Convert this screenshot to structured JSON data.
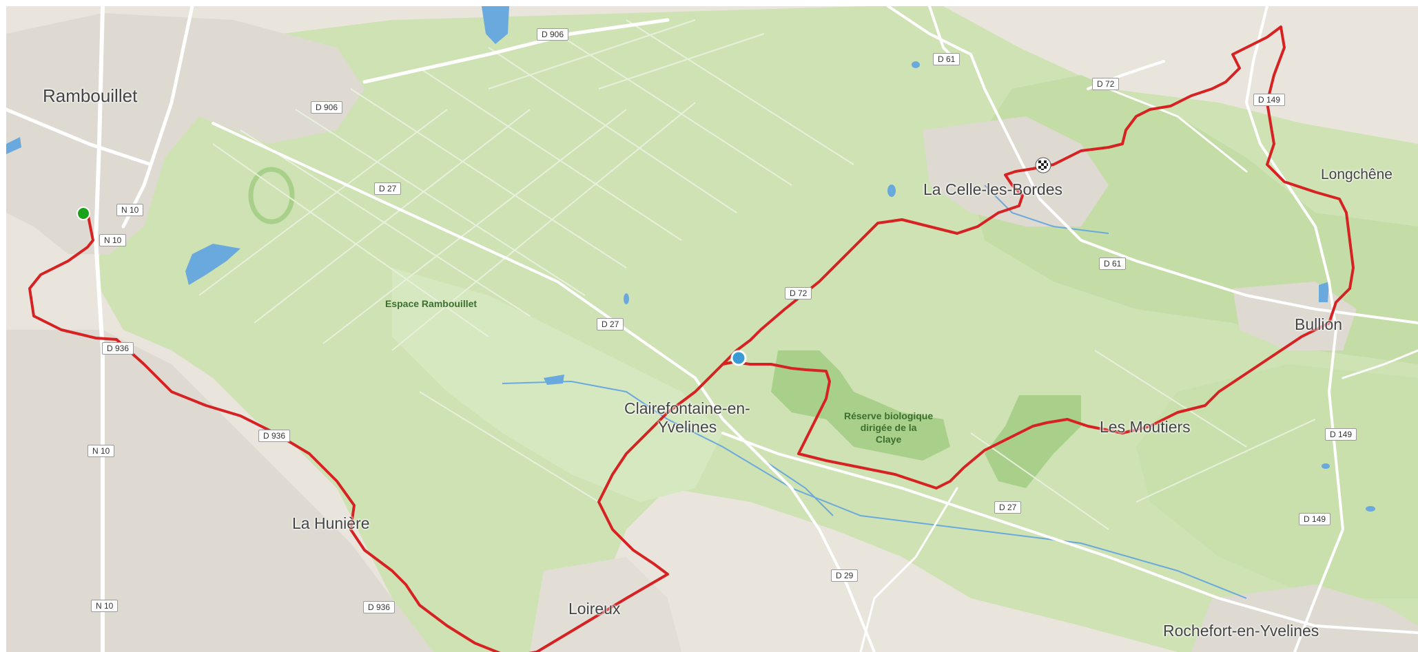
{
  "map": {
    "places": [
      {
        "name": "Rambouillet",
        "kind": "town"
      },
      {
        "name": "La Celle-les-Bordes",
        "kind": "village"
      },
      {
        "name": "Longchêne",
        "kind": "village"
      },
      {
        "name": "Bullion",
        "kind": "village"
      },
      {
        "name": "Clairefontaine-en-\nYvelines",
        "kind": "village"
      },
      {
        "name": "Les Moutiers",
        "kind": "village"
      },
      {
        "name": "La Hunière",
        "kind": "village"
      },
      {
        "name": "Loireux",
        "kind": "village"
      },
      {
        "name": "Rochefort-en-Yvelines",
        "kind": "village"
      }
    ],
    "areas": [
      {
        "name": "Espace Rambouillet"
      },
      {
        "name": "Réserve biologique\ndirigée de la\nClaye"
      }
    ],
    "roads": [
      "D 906",
      "D 906",
      "D 61",
      "D 72",
      "D 149",
      "N 10",
      "N 10",
      "D 27",
      "D 72",
      "D 27",
      "D 61",
      "D 936",
      "D 936",
      "N 10",
      "D 27",
      "D 149",
      "D 149",
      "D 29",
      "N 10",
      "D 936"
    ],
    "markers": {
      "start": {
        "label": "start-marker",
        "color": "#1aa31a"
      },
      "finish": {
        "label": "finish-marker"
      },
      "waypoint": {
        "label": "waypoint-marker",
        "color": "#3a9ad6"
      }
    },
    "colors": {
      "route": "#d62222",
      "forest": "#cfe2b4",
      "land": "#e9e5dd",
      "water": "#6aa9de",
      "road": "#ffffff"
    }
  }
}
